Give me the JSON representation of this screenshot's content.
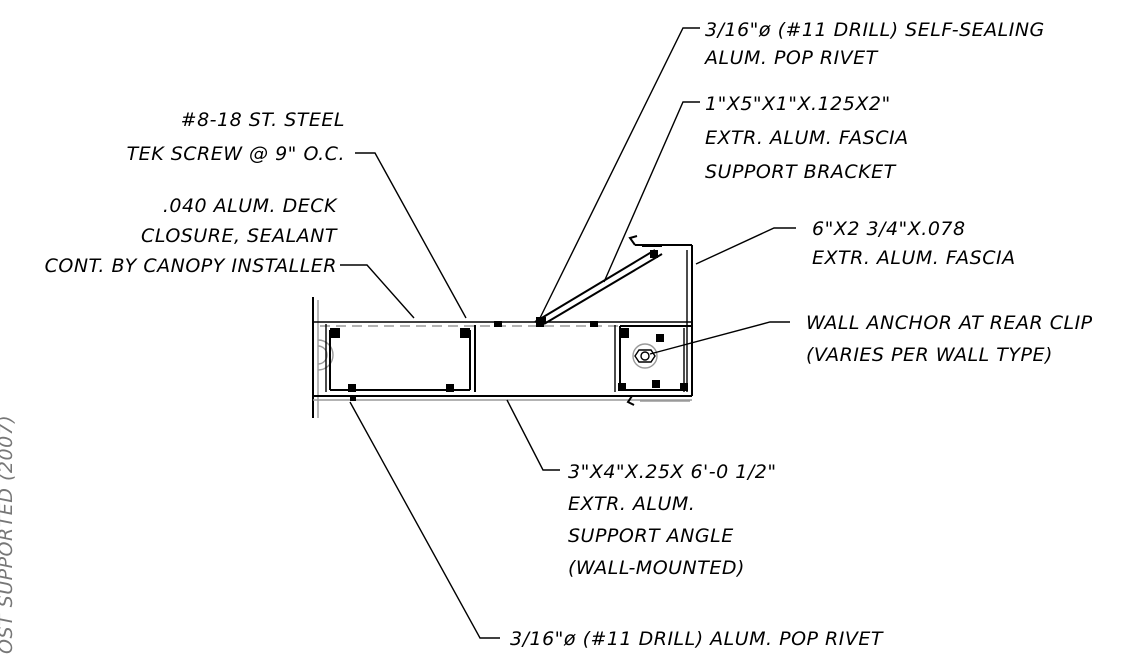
{
  "labels": {
    "pop_rivet_top": [
      "3/16\"ø (#11 DRILL) SELF-SEALING",
      "ALUM. POP RIVET"
    ],
    "tek_screw": [
      "#8-18 ST. STEEL",
      "TEK SCREW @ 9\" O.C."
    ],
    "fascia_bracket": [
      "1\"X5\"X1\"X.125X2\"",
      "EXTR. ALUM. FASCIA",
      "SUPPORT BRACKET"
    ],
    "fascia": [
      "6\"X2 3/4\"X.078",
      "EXTR. ALUM. FASCIA"
    ],
    "deck_closure": [
      ".040 ALUM. DECK",
      "CLOSURE, SEALANT",
      "CONT. BY CANOPY INSTALLER"
    ],
    "wall_anchor": [
      "WALL ANCHOR AT REAR CLIP",
      "(VARIES PER WALL TYPE)"
    ],
    "support_angle": [
      "3\"X4\"X.25X 6'-0 1/2\"",
      "EXTR. ALUM.",
      "SUPPORT ANGLE",
      "(WALL-MOUNTED)"
    ],
    "pop_rivet_bottom": [
      "3/16\"ø (#11 DRILL) ALUM. POP RIVET"
    ],
    "side_title": "OST SUPPORTED (2007)"
  }
}
